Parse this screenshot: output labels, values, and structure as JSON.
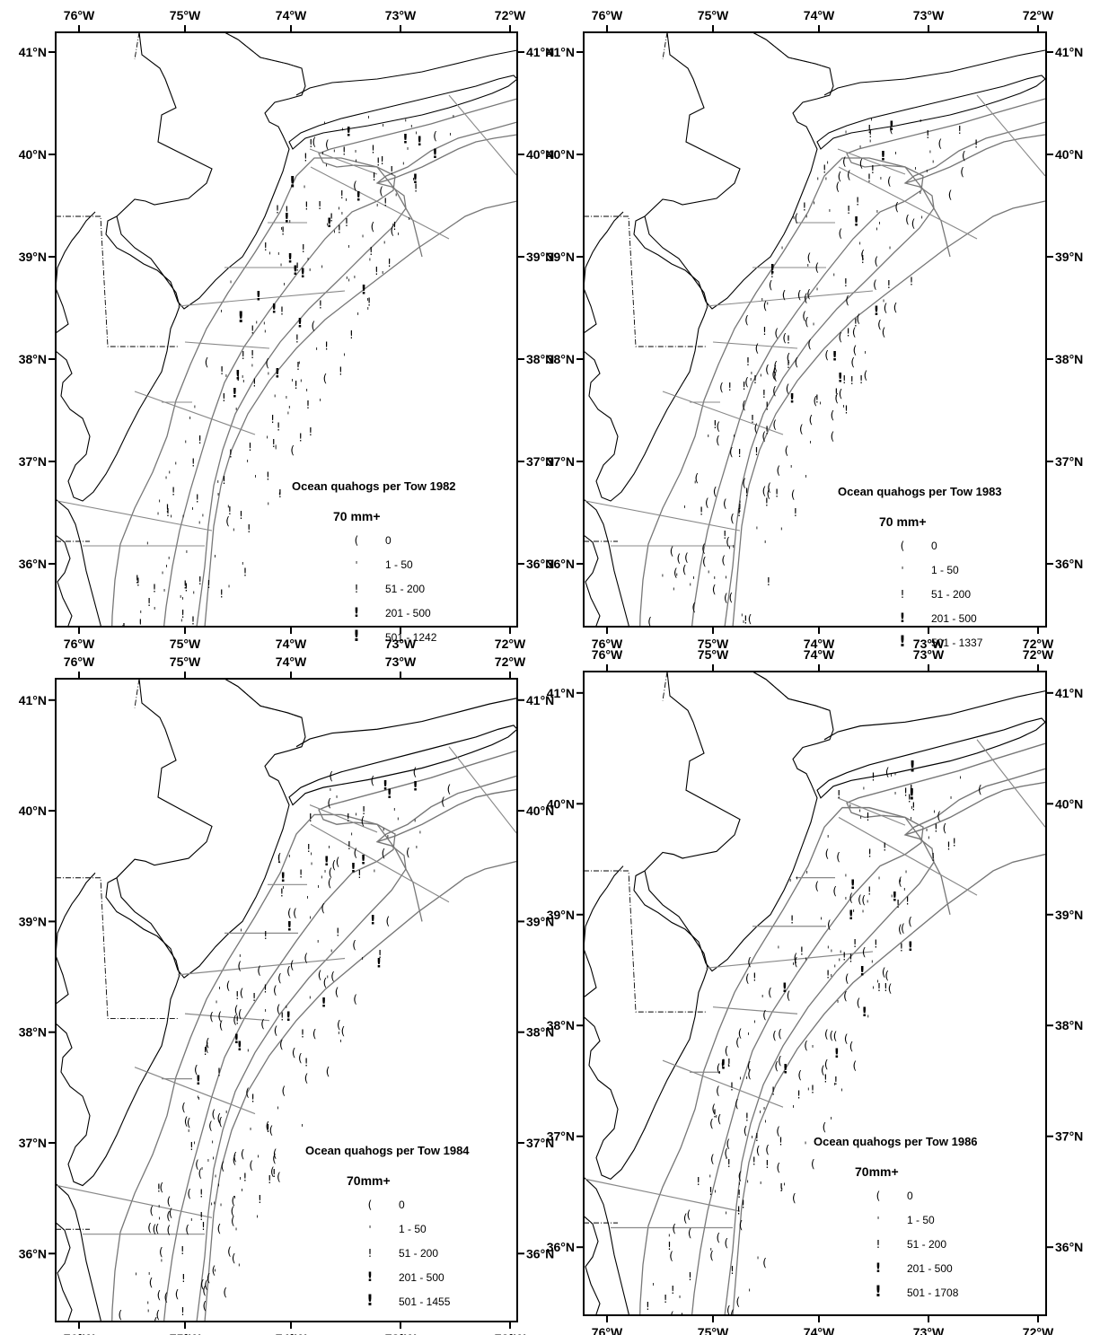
{
  "axes": {
    "lon_labels": [
      "76°W",
      "75°W",
      "74°W",
      "73°W",
      "72°W"
    ],
    "lat_labels": [
      "41°N",
      "40°N",
      "39°N",
      "38°N",
      "37°N",
      "36°N"
    ]
  },
  "colors": {
    "land_outline": "#000000",
    "depth_contour": "#777777",
    "stratum_line": "#888888"
  },
  "legend_symbols": {
    "zero": "(",
    "sizes": [
      "'",
      "!",
      "!",
      "!"
    ]
  },
  "maps": [
    {
      "title": "Ocean quahogs per Tow 1982",
      "subtitle": "70 mm+",
      "classes": [
        "0",
        "1 - 50",
        "51 - 200",
        "201 - 500",
        "501 - 1242"
      ],
      "zero_share": 0.05,
      "max_class": 4
    },
    {
      "title": "Ocean quahogs per Tow 1983",
      "subtitle": "70 mm+",
      "classes": [
        "0",
        "1 - 50",
        "51 - 200",
        "201 - 500",
        "501 - 1337"
      ],
      "zero_share": 0.55,
      "max_class": 3
    },
    {
      "title": "Ocean quahogs per Tow 1984",
      "subtitle": "70mm+",
      "classes": [
        "0",
        "1 - 50",
        "51 - 200",
        "201 - 500",
        "501 - 1455"
      ],
      "zero_share": 0.6,
      "max_class": 3
    },
    {
      "title": "Ocean quahogs per Tow 1986",
      "subtitle": "70mm+",
      "classes": [
        "0",
        "1 - 50",
        "51 - 200",
        "201 - 500",
        "501 - 1708"
      ],
      "zero_share": 0.45,
      "max_class": 4
    }
  ]
}
